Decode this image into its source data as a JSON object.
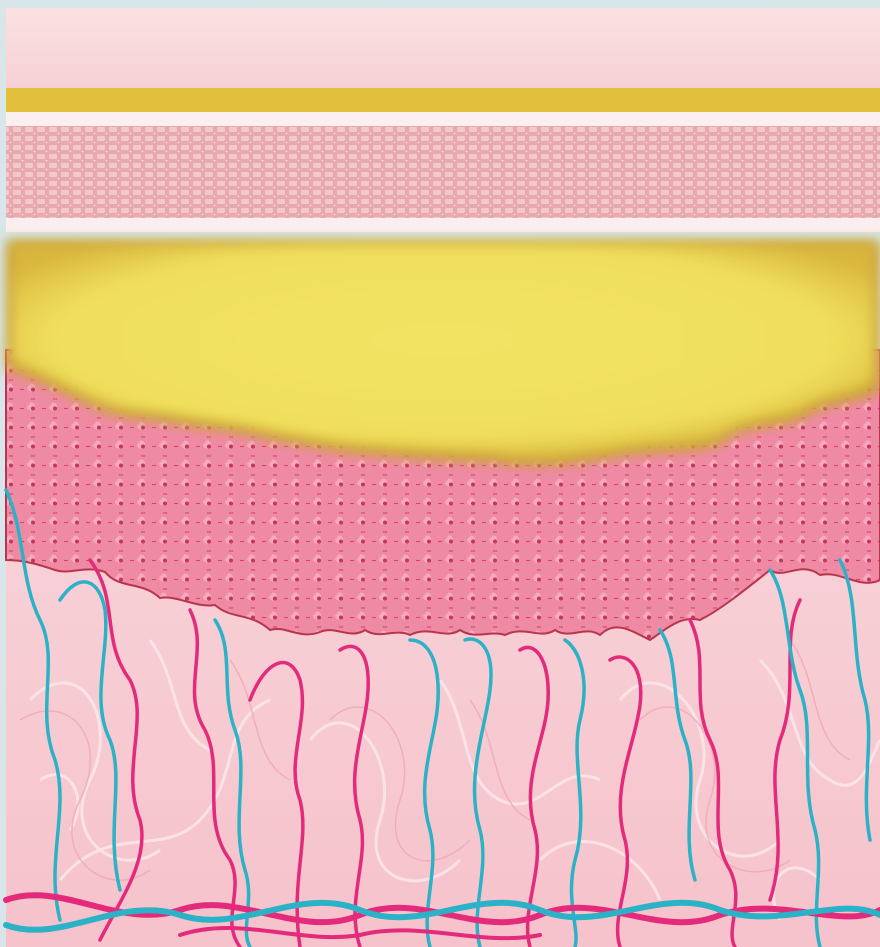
{
  "diagram": {
    "layers": [
      {
        "name": "surface-layer",
        "color": "#f6d3d6"
      },
      {
        "name": "gold-band",
        "color": "#e2bf3c"
      },
      {
        "name": "cell-grid-layer",
        "color": "#e7a7ad"
      },
      {
        "name": "yellow-mass",
        "color": "#f2e462"
      },
      {
        "name": "honeycomb-layer",
        "color": "#e46d8e"
      },
      {
        "name": "tissue-layer",
        "color": "#f6c7cf"
      }
    ],
    "vessels": [
      {
        "name": "capillary-red",
        "color": "#e42a7a"
      },
      {
        "name": "capillary-blue",
        "color": "#2bb2c6"
      }
    ]
  }
}
